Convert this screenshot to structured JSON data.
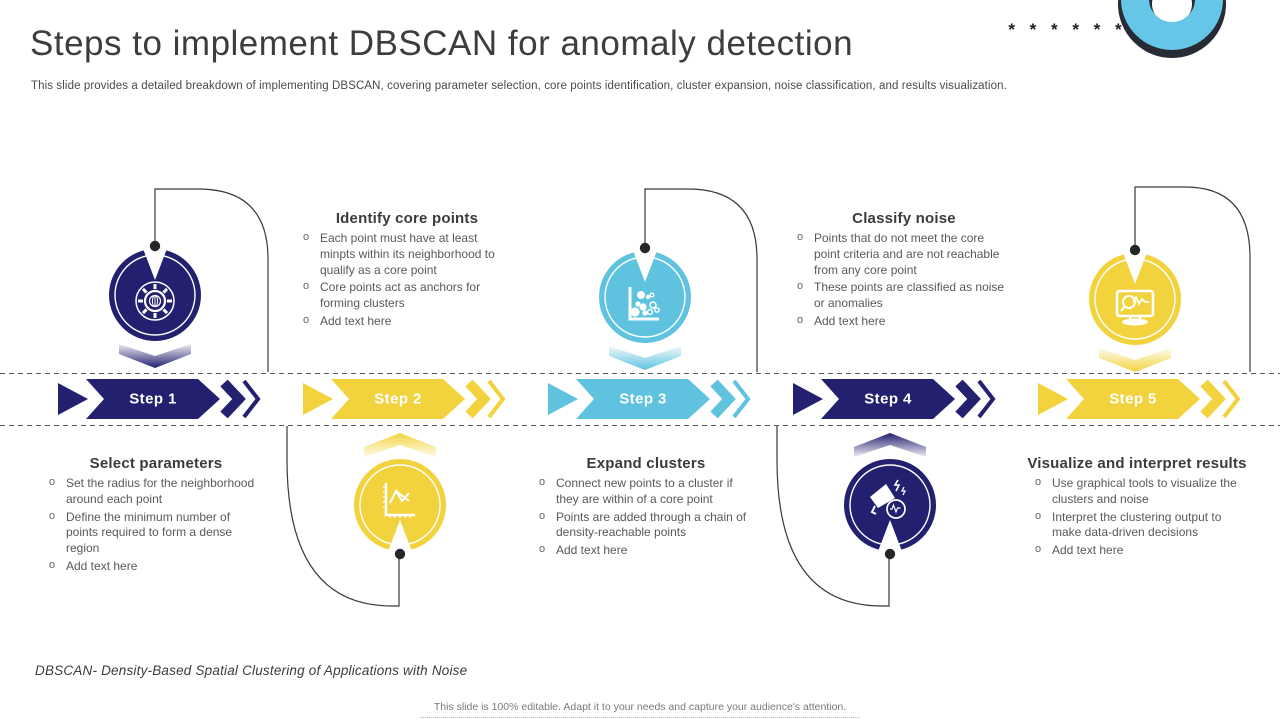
{
  "slide": {
    "title": "Steps to implement DBSCAN for anomaly detection",
    "subtitle": "This slide provides a detailed breakdown of implementing DBSCAN, covering parameter selection, core points identification, cluster expansion, noise classification, and results visualization.",
    "brand_asterisks": "* * * * * * *",
    "definition": "DBSCAN- Density-Based  Spatial Clustering of Applications with Noise",
    "footer": "This slide is 100% editable. Adapt it to your needs and capture your audience's attention."
  },
  "colors": {
    "navy": "#23206F",
    "yellow": "#F2D33D",
    "cyan": "#5FC2DF",
    "logo_cyan": "#66C6E8",
    "logo_dark": "#272B33",
    "connector_line": "#3A3A3A",
    "title_text": "#3D3D3D",
    "body_text": "#595959"
  },
  "steps": [
    {
      "label": "Step 1",
      "color": "navy",
      "icon": "gear-icon"
    },
    {
      "label": "Step 2",
      "color": "yellow",
      "icon": "line-chart-icon"
    },
    {
      "label": "Step 3",
      "color": "cyan",
      "icon": "scatter-plot-icon"
    },
    {
      "label": "Step 4",
      "color": "navy",
      "icon": "megaphone-icon"
    },
    {
      "label": "Step 5",
      "color": "yellow",
      "icon": "monitor-icon"
    }
  ],
  "blocks": [
    {
      "title": "Select parameters",
      "bullets": [
        "Set the radius for the neighborhood around each point",
        "Define the minimum number of points required to form a dense region",
        "Add text here"
      ]
    },
    {
      "title": "Identify core points",
      "bullets": [
        "Each point must have at least minpts within its neighborhood to qualify as a core point",
        "Core points act as anchors for forming clusters",
        "Add text here"
      ]
    },
    {
      "title": "Expand clusters",
      "bullets": [
        "Connect new points to a cluster if they are within of a core point",
        "Points are added through a chain of density-reachable points",
        "Add text here"
      ]
    },
    {
      "title": "Classify noise",
      "bullets": [
        "Points that do not meet the core point criteria and are not reachable from any core point",
        "These points are classified as noise or anomalies",
        "Add text here"
      ]
    },
    {
      "title": "Visualize and interpret results",
      "bullets": [
        "Use graphical tools to visualize the clusters and noise",
        "Interpret the clustering output to make data-driven decisions",
        "Add text here"
      ]
    }
  ]
}
